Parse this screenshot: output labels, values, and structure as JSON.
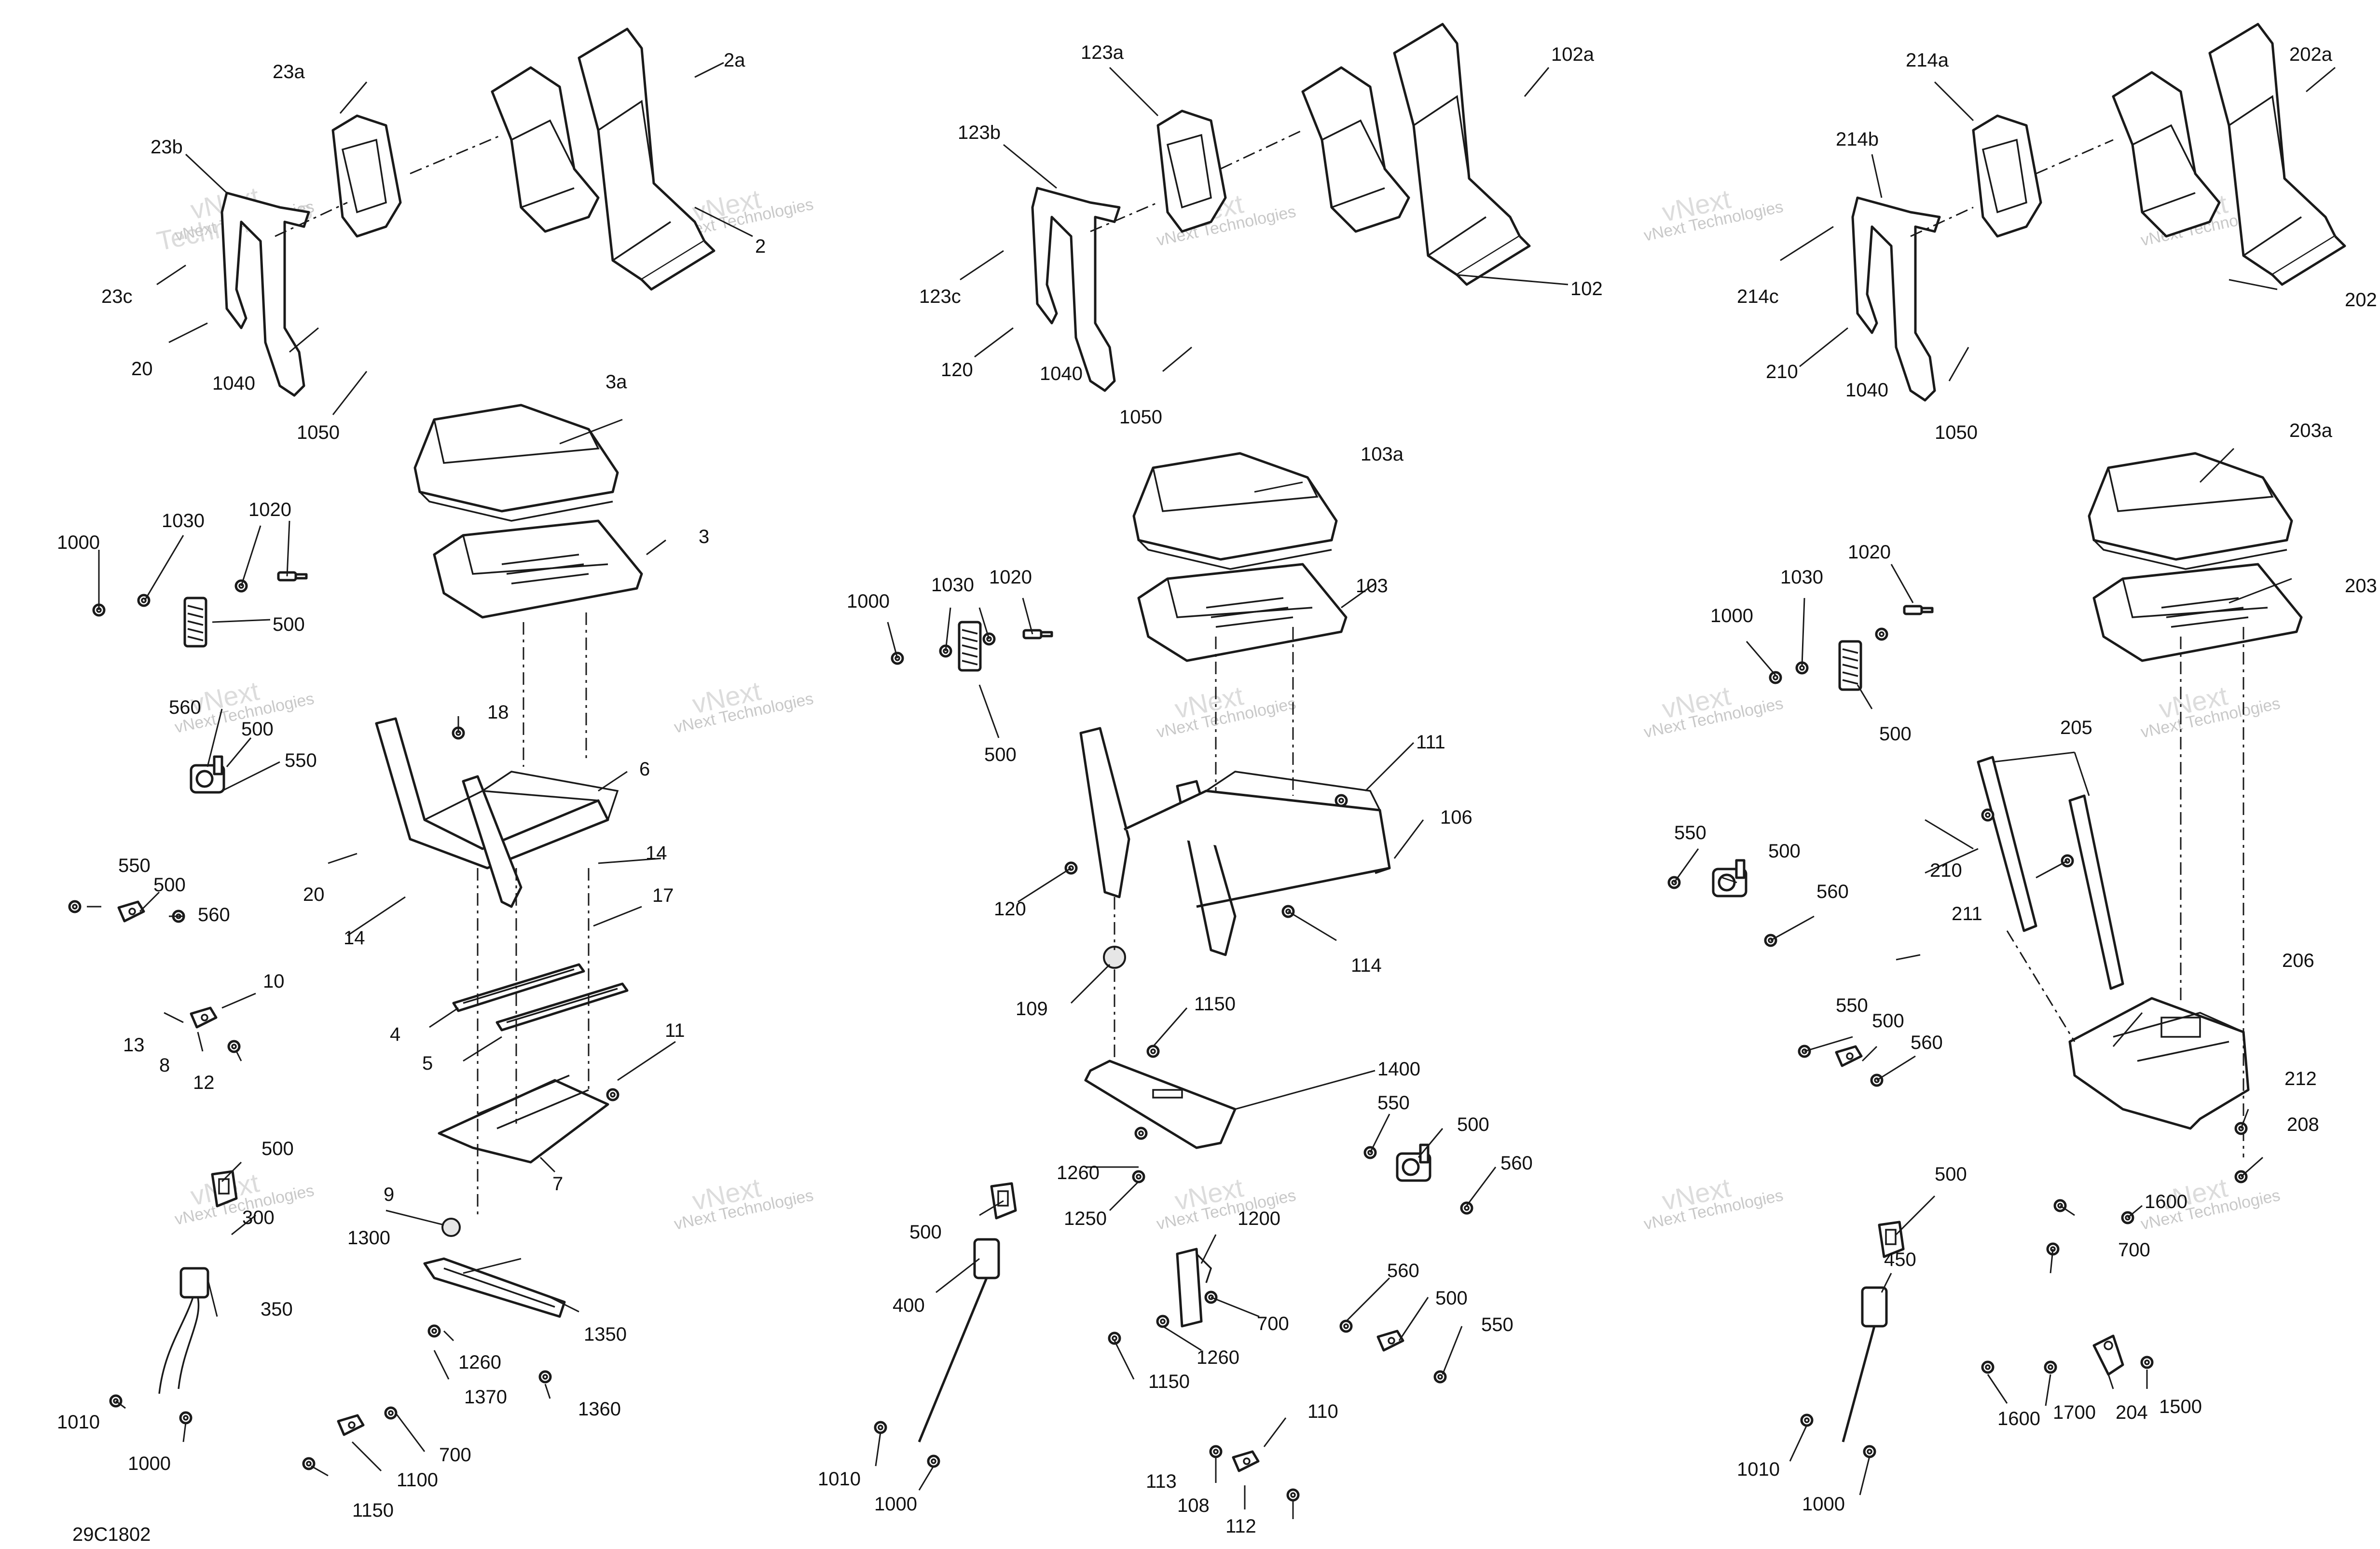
{
  "diagram_id": "29C1802",
  "watermark": {
    "brand": "vNext Technologies",
    "wordmark_top": "vNext",
    "wordmark_bottom": "Technologies"
  },
  "callouts": {
    "col1": [
      "2a",
      "23a",
      "23b",
      "23c",
      "2",
      "20",
      "1040",
      "1050",
      "3a",
      "1000",
      "1030",
      "1020",
      "3",
      "500",
      "560",
      "500",
      "550",
      "18",
      "6",
      "14",
      "20",
      "14",
      "550",
      "500",
      "560",
      "17",
      "10",
      "13",
      "8",
      "12",
      "4",
      "5",
      "11",
      "500",
      "300",
      "7",
      "9",
      "1300",
      "350",
      "1350",
      "1260",
      "1370",
      "1360",
      "1010",
      "1000",
      "700",
      "1100",
      "1150"
    ],
    "col2": [
      "123a",
      "102a",
      "123b",
      "123c",
      "102",
      "120",
      "1040",
      "1050",
      "103a",
      "1020",
      "1030",
      "1000",
      "103",
      "500",
      "111",
      "106",
      "120",
      "114",
      "109",
      "1150",
      "1400",
      "550",
      "500",
      "560",
      "1260",
      "1250",
      "1200",
      "500",
      "400",
      "700",
      "1260",
      "1150",
      "560",
      "500",
      "550",
      "110",
      "1010",
      "1000",
      "113",
      "108",
      "112"
    ],
    "col3": [
      "214a",
      "202a",
      "214b",
      "214c",
      "202",
      "210",
      "1040",
      "1050",
      "203a",
      "1020",
      "1030",
      "1000",
      "203",
      "500",
      "205",
      "550",
      "500",
      "210",
      "211",
      "560",
      "206",
      "550",
      "500",
      "560",
      "212",
      "208",
      "500",
      "1600",
      "700",
      "450",
      "1600",
      "1700",
      "204",
      "1500",
      "1010",
      "1000"
    ]
  }
}
